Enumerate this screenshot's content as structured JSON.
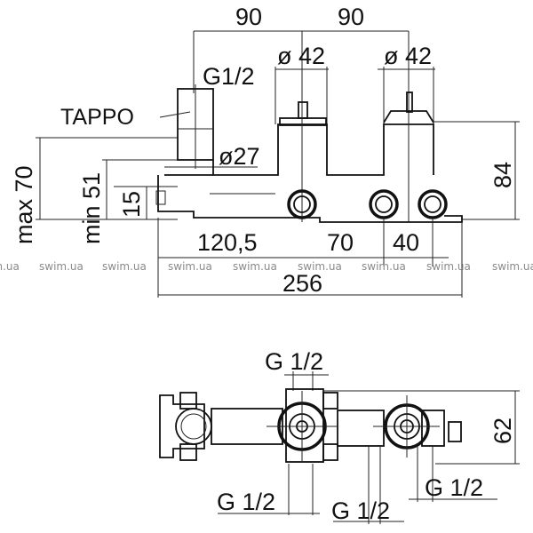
{
  "drawing": {
    "side_view": {
      "dimensions": {
        "spacing_left": "90",
        "spacing_right": "90",
        "diameter_left": "ø 42",
        "diameter_right": "ø 42",
        "thread": "G1/2",
        "cap_label": "TAPPO",
        "cap_diameter": "ø27",
        "max_depth": "max 70",
        "min_depth": "min 51",
        "inlet_offset": "15",
        "height": "84",
        "offset_120": "120,5",
        "offset_70": "70",
        "offset_40": "40",
        "total_length": "256"
      }
    },
    "watermark": [
      "swim.ua",
      "swim.ua",
      "swim.ua",
      "swim.ua",
      "swim.ua",
      "swim.ua",
      "swim.ua",
      "swim.ua",
      "swim.ua"
    ],
    "top_view": {
      "dimensions": {
        "thread_top": "G 1/2",
        "width": "62",
        "thread_bottom_left": "G 1/2",
        "thread_bottom_mid": "G 1/2",
        "thread_bottom_right": "G 1/2"
      }
    }
  }
}
